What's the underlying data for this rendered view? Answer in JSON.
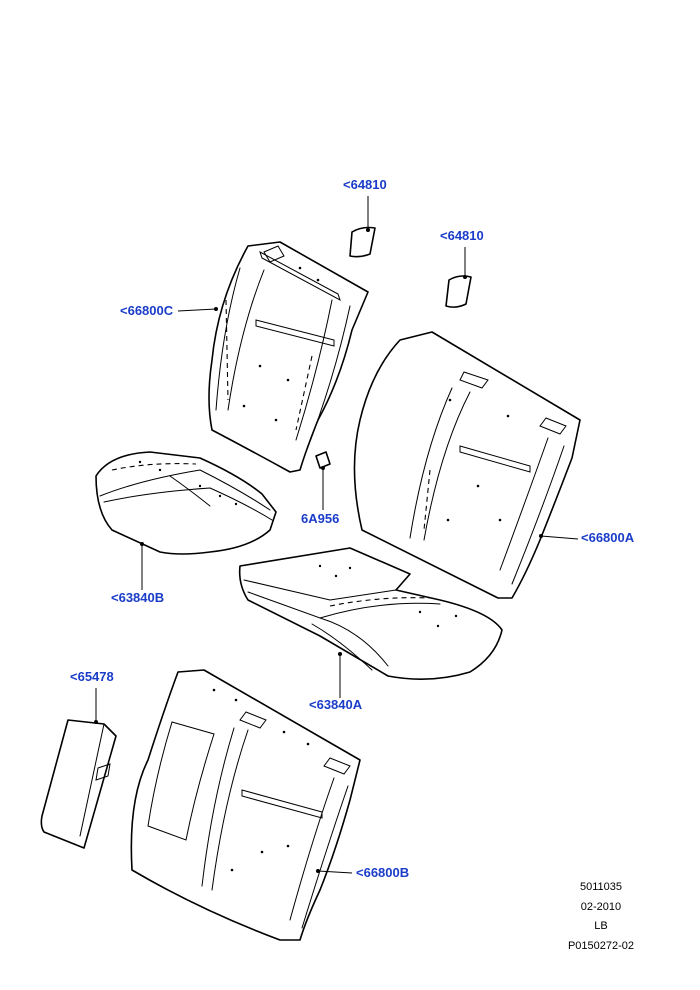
{
  "labels": {
    "p64810_top": "<64810",
    "p64810_right": "<64810",
    "p66800C": "<66800C",
    "p6A956": "6A956",
    "p63840B": "<63840B",
    "p66800A": "<66800A",
    "p63840A": "<63840A",
    "p65478": "<65478",
    "p66800B": "<66800B"
  },
  "meta": {
    "drawing_number": "5011035",
    "date": "02-2010",
    "code": "LB",
    "part_ref": "P0150272-02"
  },
  "colors": {
    "callout_blue": "#1a3cc8",
    "line": "#000000"
  }
}
